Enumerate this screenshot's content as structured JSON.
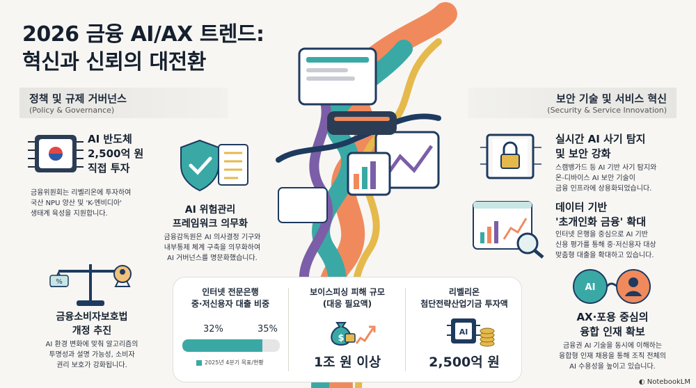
{
  "title": {
    "line1": "2026 금융 AI/AX 트렌드:",
    "line2": "혁신과 신뢰의 대전환"
  },
  "left_section": {
    "title": "정책 및 규제 거버넌스",
    "subtitle": "(Policy & Governance)"
  },
  "right_section": {
    "title": "보안 기술 및 서비스 혁신",
    "subtitle": "(Security & Service Innovation)"
  },
  "left_items": [
    {
      "heading": [
        "AI 반도체",
        "2,500억 원",
        "직접 투자"
      ],
      "body": [
        "금융위원회는 리벨리온에 투자하여",
        "국산 NPU 양산 및 'K-엔비디아'",
        "생태계 육성을 지원합니다."
      ]
    },
    {
      "heading": [
        "AI 위험관리",
        "프레임워크 의무화"
      ],
      "body": [
        "금융감독원은 AI 의사결정 기구와",
        "내부통제 체계 구축을 의무화하여",
        "AI 거버넌스를 명문화했습니다."
      ]
    },
    {
      "heading": [
        "금융소비자보호법",
        "개정 추진"
      ],
      "body": [
        "AI 환경 변화에 맞춰 알고리즘의",
        "투명성과 설명 가능성, 소비자",
        "권리 보호가 강화됩니다."
      ]
    }
  ],
  "right_items": [
    {
      "heading": [
        "실시간 AI 사기 탐지",
        "및 보안 강화"
      ],
      "body": [
        "스캠뱅가드 등 AI 기반 사기 탐지와",
        "온-디바이스 AI 보안 기술이",
        "금융 인프라에 상용화되었습니다."
      ]
    },
    {
      "heading": [
        "데이터 기반",
        "'초개인화 금융' 확대"
      ],
      "body": [
        "인터넷 은행을 중심으로 AI 기반",
        "신용 평가를 통해 중·저신용자 대상",
        "맞춤형 대출을 확대하고 있습니다."
      ]
    },
    {
      "heading": [
        "AX·포용 중심의",
        "융합 인재 확보"
      ],
      "body": [
        "금융권 AI 기술을 동시에 이해하는",
        "융합형 인재 채용을 통해 조직 전체의",
        "AI 수용성을 높이고 있습니다."
      ]
    }
  ],
  "stats": {
    "loan_ratio": {
      "title": [
        "인터넷 전문은행",
        "중·저신용자 대출 비중"
      ],
      "current_label": "32%",
      "target_label": "35%",
      "current": 32,
      "target": 35,
      "legend": "2025년 4분기 목표/현황"
    },
    "voice_phishing": {
      "title": [
        "보이스피싱 피해 규모",
        "(대응 필요액)"
      ],
      "value": "1조 원 이상"
    },
    "rebellion": {
      "title": [
        "리벨리온",
        "첨단전략산업기금 투자액"
      ],
      "value": "2,500억 원"
    }
  },
  "icons": {
    "chip_text": "AI",
    "money_bag": "$",
    "target_ai": "AI",
    "scale_tag": "%"
  },
  "colors": {
    "teal": "#3aa9a5",
    "orange": "#f08a5d",
    "navy": "#1e3a5f",
    "purple": "#7b5ea7"
  },
  "watermark": "NotebookLM"
}
